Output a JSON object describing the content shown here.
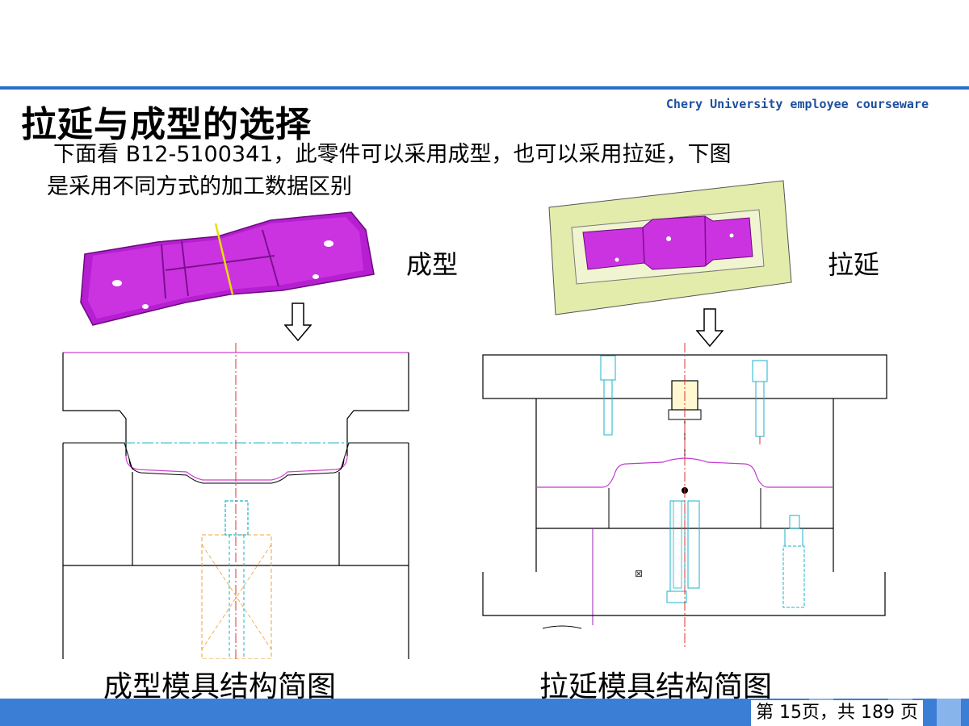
{
  "header": {
    "brand": "Chery University employee courseware"
  },
  "slide": {
    "title": "拉延与成型的选择",
    "intro_line1": "下面看 B12-5100341，此零件可以采用成型，也可以采用拉延，下图",
    "intro_line2": "是采用不同方式的加工数据区别"
  },
  "parts": {
    "forming_label": "成型",
    "drawing_label": "拉延"
  },
  "captions": {
    "forming": "成型模具结构简图",
    "drawing": "拉延模具结构简图"
  },
  "footer": {
    "page_text": "第 15页，共 189 页"
  },
  "colors": {
    "accent": "#2a6fc9",
    "part_magenta": "#cc33e0",
    "panel_yellowgreen": "#e3ecab"
  }
}
